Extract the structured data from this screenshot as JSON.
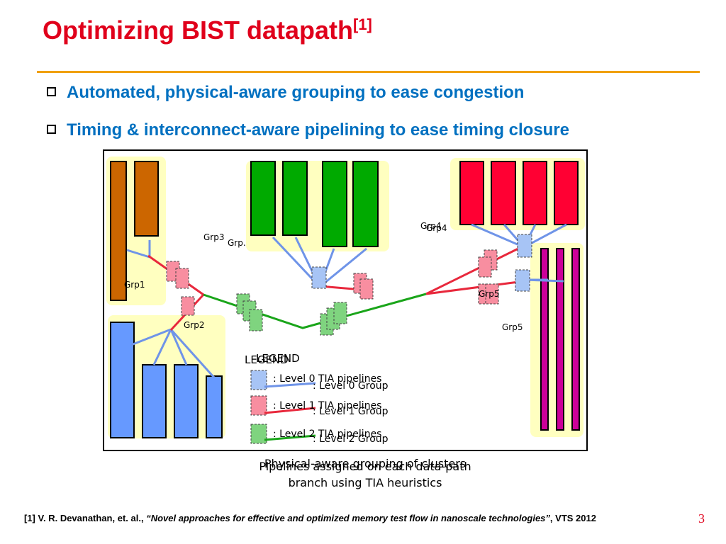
{
  "slide": {
    "title": "Optimizing BIST datapath",
    "title_ref": "[1]",
    "bullets": [
      "Automated, physical-aware grouping to ease congestion",
      "Timing & interconnect-aware pipelining to ease timing closure"
    ],
    "page_number": "3",
    "colors": {
      "title": "#e0001b",
      "bullet": "#0070c0",
      "rule": "#f0a000"
    }
  },
  "diagram": {
    "group_labels": [
      "Grp1",
      "Grp2",
      "Grp3",
      "Grp.",
      "Grp4",
      "Grp4",
      "Grp5",
      "Grp5"
    ],
    "legend_title_a": "LEGEND",
    "legend_title_b": "LEGEND",
    "legend_items": [
      {
        "pipeline_text": ": Level 0 TIA pipelines",
        "group_text": ": Level 0 Group",
        "fill": "#a7c4f5",
        "line": "#6f94e8"
      },
      {
        "pipeline_text": ": Level 1 TIA pipelines",
        "group_text": ": Level 1 Group",
        "fill": "#f88ea0",
        "line": "#e8283c"
      },
      {
        "pipeline_text": ": Level 2 TIA pipelines",
        "group_text": ": Level 2 Group",
        "fill": "#7fd47f",
        "line": "#1aa51a"
      }
    ],
    "colors": {
      "grp1": "#cc6600",
      "grp2": "#6699ff",
      "grp3": "#00aa00",
      "grp4": "#ff0033",
      "grp5": "#cc0099",
      "cluster_bg": "#ffffc0"
    }
  },
  "captions": {
    "overlay": "Physical-aware grouping of clusters",
    "line1": "Pipelines assigned on each data-path",
    "line2": "branch using TIA heuristics"
  },
  "footnote": {
    "prefix": "[1] V. R. Devanathan, et. al., ",
    "title": "“Novel approaches for effective and optimized memory test flow in nanoscale technologies”",
    "suffix": ", VTS 2012"
  }
}
